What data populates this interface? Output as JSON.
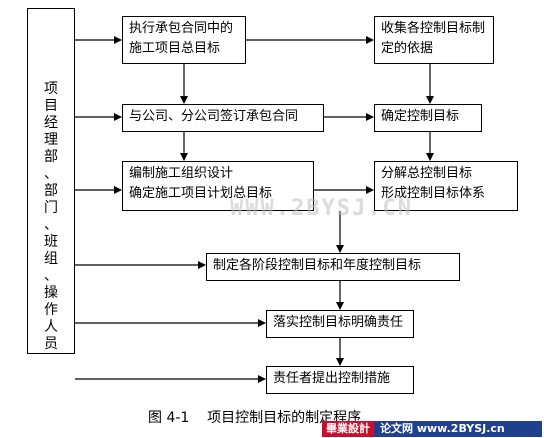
{
  "side_label": "项目经理部、部门、班组、操作人员",
  "boxes": {
    "b1": "执行承包合同中的施工项目总目标",
    "b2": "收集各控制目标制定的依据",
    "b3": "与公司、分公司签订承包合同",
    "b4": "确定控制目标",
    "b5_line1": "编制施工组织设计",
    "b5_line2": "确定施工项目计划总目标",
    "b6_line1": "分解总控制目标",
    "b6_line2": "形成控制目标体系",
    "b7": "制定各阶段控制目标和年度控制目标",
    "b8": "落实控制目标明确责任",
    "b9": "责任者提出控制措施"
  },
  "caption": "图 4-1    项目控制目标的制定程序",
  "watermark": "WWW.2BYSJ.CN",
  "footer": {
    "brand": "畢業設計",
    "site": "论文网 www.2BYSJ.cn"
  }
}
